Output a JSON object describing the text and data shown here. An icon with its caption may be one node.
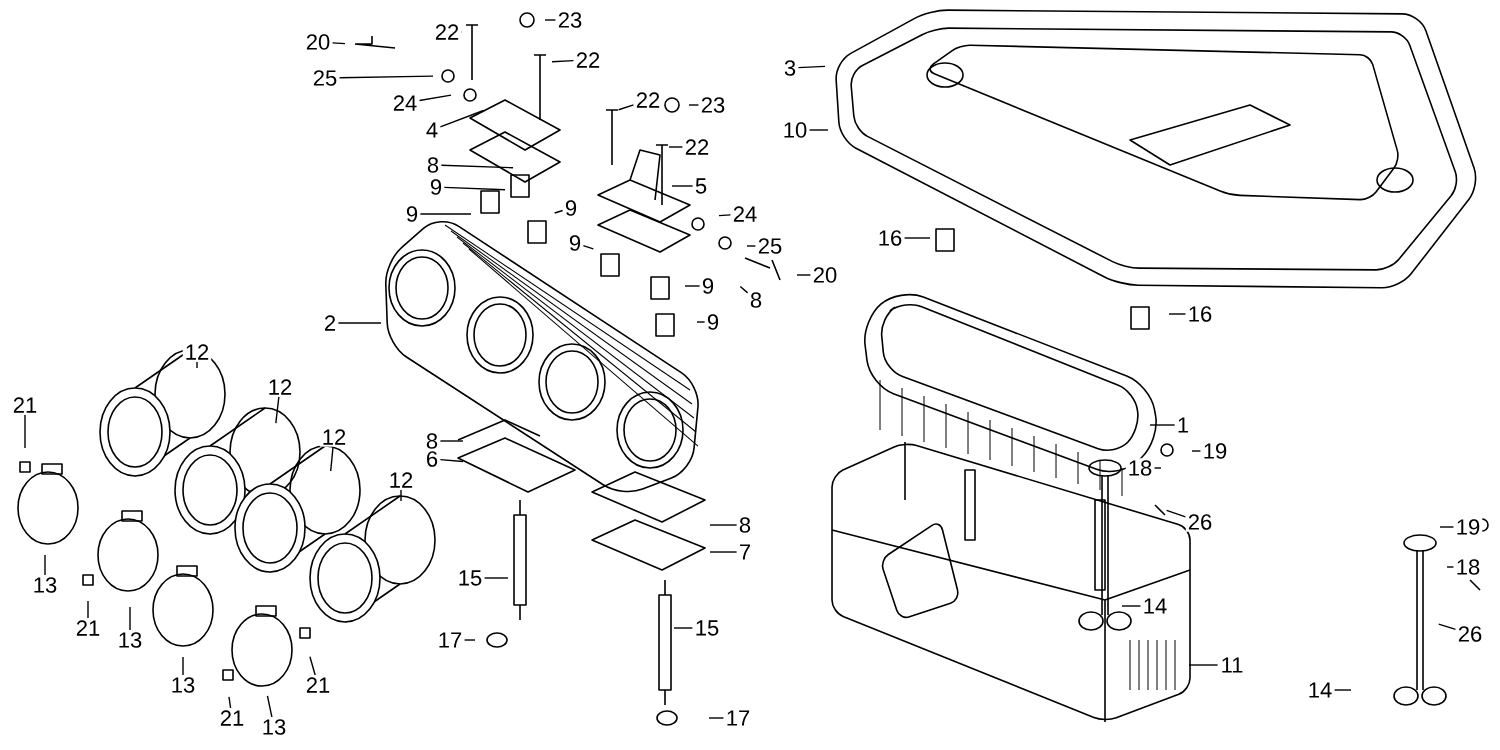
{
  "diagram": {
    "nodes": [
      {
        "text": [
          "20"
        ]
      },
      {
        "text": [
          "22"
        ]
      },
      {
        "text": [
          "23"
        ]
      },
      {
        "text": [
          "25"
        ]
      },
      {
        "text": [
          "22"
        ]
      },
      {
        "text": [
          "3"
        ]
      },
      {
        "text": [
          "24"
        ]
      },
      {
        "text": [
          "22"
        ]
      },
      {
        "text": [
          "23"
        ]
      },
      {
        "text": [
          "4"
        ]
      },
      {
        "text": [
          "10"
        ]
      },
      {
        "text": [
          "22"
        ]
      },
      {
        "text": [
          "8"
        ]
      },
      {
        "text": [
          "9"
        ]
      },
      {
        "text": [
          "5"
        ]
      },
      {
        "text": [
          "9"
        ]
      },
      {
        "text": [
          "9"
        ]
      },
      {
        "text": [
          "24"
        ]
      },
      {
        "text": [
          "16"
        ]
      },
      {
        "text": [
          "25"
        ]
      },
      {
        "text": [
          "9"
        ]
      },
      {
        "text": [
          "20"
        ]
      },
      {
        "text": [
          "9"
        ]
      },
      {
        "text": [
          "8"
        ]
      },
      {
        "text": [
          "2"
        ]
      },
      {
        "text": [
          "16"
        ]
      },
      {
        "text": [
          "9"
        ]
      },
      {
        "text": [
          "12"
        ]
      },
      {
        "text": [
          "12"
        ]
      },
      {
        "text": [
          "21"
        ]
      },
      {
        "text": [
          "1"
        ]
      },
      {
        "text": [
          "12"
        ]
      },
      {
        "text": [
          "8"
        ]
      },
      {
        "text": [
          "19"
        ]
      },
      {
        "text": [
          "6"
        ]
      },
      {
        "text": [
          "18"
        ]
      },
      {
        "text": [
          "12"
        ]
      },
      {
        "text": [
          "8"
        ]
      },
      {
        "text": [
          "26"
        ]
      },
      {
        "text": [
          "19"
        ]
      },
      {
        "text": [
          "7"
        ]
      },
      {
        "text": [
          "18"
        ]
      },
      {
        "text": [
          "15"
        ]
      },
      {
        "text": [
          "13"
        ]
      },
      {
        "text": [
          "14"
        ]
      },
      {
        "text": [
          "21"
        ]
      },
      {
        "text": [
          "15"
        ]
      },
      {
        "text": [
          "26"
        ]
      },
      {
        "text": [
          "13"
        ]
      },
      {
        "text": [
          "17"
        ]
      },
      {
        "text": [
          "11"
        ]
      },
      {
        "text": [
          "13"
        ]
      },
      {
        "text": [
          "21"
        ]
      },
      {
        "text": [
          "14"
        ]
      },
      {
        "text": [
          "21"
        ]
      },
      {
        "text": [
          "13"
        ]
      },
      {
        "text": [
          "17"
        ]
      }
    ],
    "edges": [
      {
        "from": 0,
        "to": null,
        "arrow": "none"
      },
      {
        "from": 1,
        "to": null,
        "arrow": "none"
      },
      {
        "from": 2,
        "to": null,
        "arrow": "none"
      },
      {
        "from": 3,
        "to": null,
        "arrow": "none"
      },
      {
        "from": 4,
        "to": null,
        "arrow": "none"
      },
      {
        "from": 5,
        "to": null,
        "arrow": "none"
      },
      {
        "from": 6,
        "to": null,
        "arrow": "none"
      },
      {
        "from": 7,
        "to": null,
        "arrow": "none"
      },
      {
        "from": 8,
        "to": null,
        "arrow": "none"
      },
      {
        "from": 9,
        "to": null,
        "arrow": "none"
      },
      {
        "from": 10,
        "to": null,
        "arrow": "none"
      },
      {
        "from": 11,
        "to": null,
        "arrow": "none"
      },
      {
        "from": 12,
        "to": null,
        "arrow": "none"
      },
      {
        "from": 13,
        "to": null,
        "arrow": "none"
      },
      {
        "from": 14,
        "to": null,
        "arrow": "none"
      },
      {
        "from": 15,
        "to": null,
        "arrow": "none"
      },
      {
        "from": 16,
        "to": null,
        "arrow": "none"
      },
      {
        "from": 17,
        "to": null,
        "arrow": "none"
      },
      {
        "from": 18,
        "to": null,
        "arrow": "none"
      },
      {
        "from": 19,
        "to": null,
        "arrow": "none"
      },
      {
        "from": 20,
        "to": null,
        "arrow": "none"
      },
      {
        "from": 21,
        "to": null,
        "arrow": "none"
      },
      {
        "from": 22,
        "to": null,
        "arrow": "none"
      },
      {
        "from": 23,
        "to": null,
        "arrow": "none"
      },
      {
        "from": 24,
        "to": null,
        "arrow": "none"
      },
      {
        "from": 25,
        "to": null,
        "arrow": "none"
      },
      {
        "from": 26,
        "to": null,
        "arrow": "none"
      },
      {
        "from": 27,
        "to": null,
        "arrow": "none"
      },
      {
        "from": 28,
        "to": null,
        "arrow": "none"
      },
      {
        "from": 29,
        "to": null,
        "arrow": "none"
      },
      {
        "from": 30,
        "to": null,
        "arrow": "none"
      },
      {
        "from": 31,
        "to": null,
        "arrow": "none"
      },
      {
        "from": 32,
        "to": null,
        "arrow": "none"
      },
      {
        "from": 33,
        "to": null,
        "arrow": "none"
      },
      {
        "from": 34,
        "to": null,
        "arrow": "none"
      },
      {
        "from": 35,
        "to": null,
        "arrow": "none"
      },
      {
        "from": 36,
        "to": null,
        "arrow": "none"
      },
      {
        "from": 37,
        "to": null,
        "arrow": "none"
      },
      {
        "from": 38,
        "to": null,
        "arrow": "none"
      },
      {
        "from": 39,
        "to": null,
        "arrow": "none"
      },
      {
        "from": 40,
        "to": null,
        "arrow": "none"
      },
      {
        "from": 41,
        "to": null,
        "arrow": "none"
      },
      {
        "from": 42,
        "to": null,
        "arrow": "none"
      },
      {
        "from": 43,
        "to": null,
        "arrow": "none"
      },
      {
        "from": 44,
        "to": null,
        "arrow": "none"
      },
      {
        "from": 45,
        "to": null,
        "arrow": "none"
      },
      {
        "from": 46,
        "to": null,
        "arrow": "none"
      },
      {
        "from": 47,
        "to": null,
        "arrow": "none"
      },
      {
        "from": 48,
        "to": null,
        "arrow": "none"
      },
      {
        "from": 49,
        "to": null,
        "arrow": "none"
      },
      {
        "from": 50,
        "to": null,
        "arrow": "none"
      },
      {
        "from": 51,
        "to": null,
        "arrow": "none"
      },
      {
        "from": 52,
        "to": null,
        "arrow": "none"
      },
      {
        "from": 53,
        "to": null,
        "arrow": "none"
      },
      {
        "from": 54,
        "to": null,
        "arrow": "none"
      },
      {
        "from": 55,
        "to": null,
        "arrow": "none"
      },
      {
        "from": 56,
        "to": null,
        "arrow": "none"
      }
    ]
  }
}
